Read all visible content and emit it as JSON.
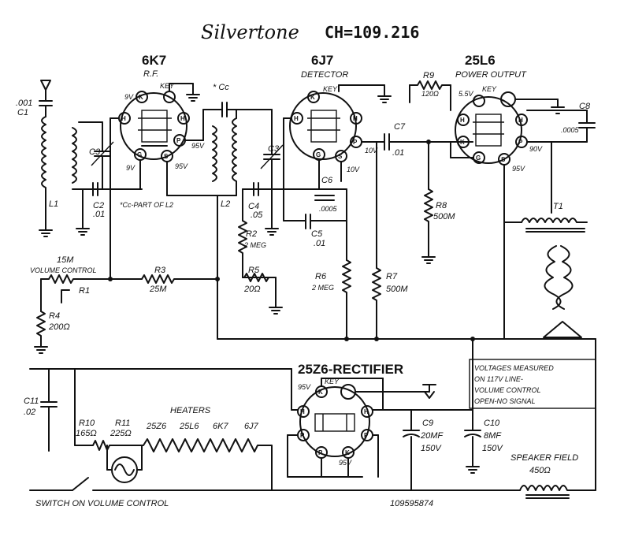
{
  "header": {
    "brand": "Silvertone",
    "model": "CH=109.216"
  },
  "tubes": {
    "v1": {
      "type": "6K7",
      "function": "R.F."
    },
    "v2": {
      "type": "6J7",
      "function": "DETECTOR"
    },
    "v3": {
      "type": "25L6",
      "function": "POWER OUTPUT"
    },
    "v4": {
      "type": "25Z6-RECTIFIER"
    }
  },
  "pins": {
    "g": "G",
    "k": "K",
    "h": "H",
    "p": "P",
    "s": "S",
    "key": "KEY"
  },
  "voltages": {
    "v1_screen": "9V",
    "v1_cathode": "9V",
    "v1_plate": "95V",
    "v1_s": "95V",
    "v2_plate": "10V",
    "v2_s": "10V",
    "v3_a": "5.5V",
    "v3_plate": "90V",
    "v3_s": "95V",
    "v4_top": "95V",
    "v4_bottom": "95V"
  },
  "parts": {
    "c1": "C1",
    "c1_val": ".001",
    "l1": "L1",
    "c3a": "C3",
    "c2": "C2",
    "c2_val": ".01",
    "cc": "* Cc",
    "cc_note": "*Cc-PART OF L2",
    "l2": "L2",
    "c3b": "C3",
    "c4": "C4",
    "c4_val": ".05",
    "r2": "R2",
    "r2_val": "2 MEG",
    "c6": "C6",
    "c6_val": ".0005",
    "c5": "C5",
    "c5_val": ".01",
    "c7": "C7",
    "c7_val": ".01",
    "r9": "R9",
    "r9_val": "120Ω",
    "c8": "C8",
    "c8_val": ".0005",
    "r8": "R8",
    "r8_val": "500M",
    "t1": "T1",
    "r1_val": "15M",
    "vol": "VOLUME CONTROL",
    "r1": "R1",
    "r3": "R3",
    "r3_val": "25M",
    "r5": "R5",
    "r5_val": "20Ω",
    "r6": "R6",
    "r6_val": "2 MEG",
    "r7": "R7",
    "r7_val": "500M",
    "r4": "R4",
    "r4_val": "200Ω",
    "c11": "C11",
    "c11_val": ".02",
    "heaters": "HEATERS",
    "r10": "R10",
    "r10_val": "165Ω",
    "r11": "R11",
    "r11_val": "225Ω",
    "h1": "25Z6",
    "h2": "25L6",
    "h3": "6K7",
    "h4": "6J7",
    "c9": "C9",
    "c9_val": "20MF",
    "c9_v": "150V",
    "c10": "C10",
    "c10_val": "8MF",
    "c10_v": "150V",
    "speaker_field": "SPEAKER FIELD",
    "speaker_field_val": "450Ω",
    "switch": "SWITCH ON VOLUME CONTROL",
    "part_no": "109595874"
  },
  "notes": [
    "VOLTAGES MEASURED",
    "ON 117V LINE-",
    "VOLUME CONTROL",
    "OPEN-NO SIGNAL"
  ]
}
